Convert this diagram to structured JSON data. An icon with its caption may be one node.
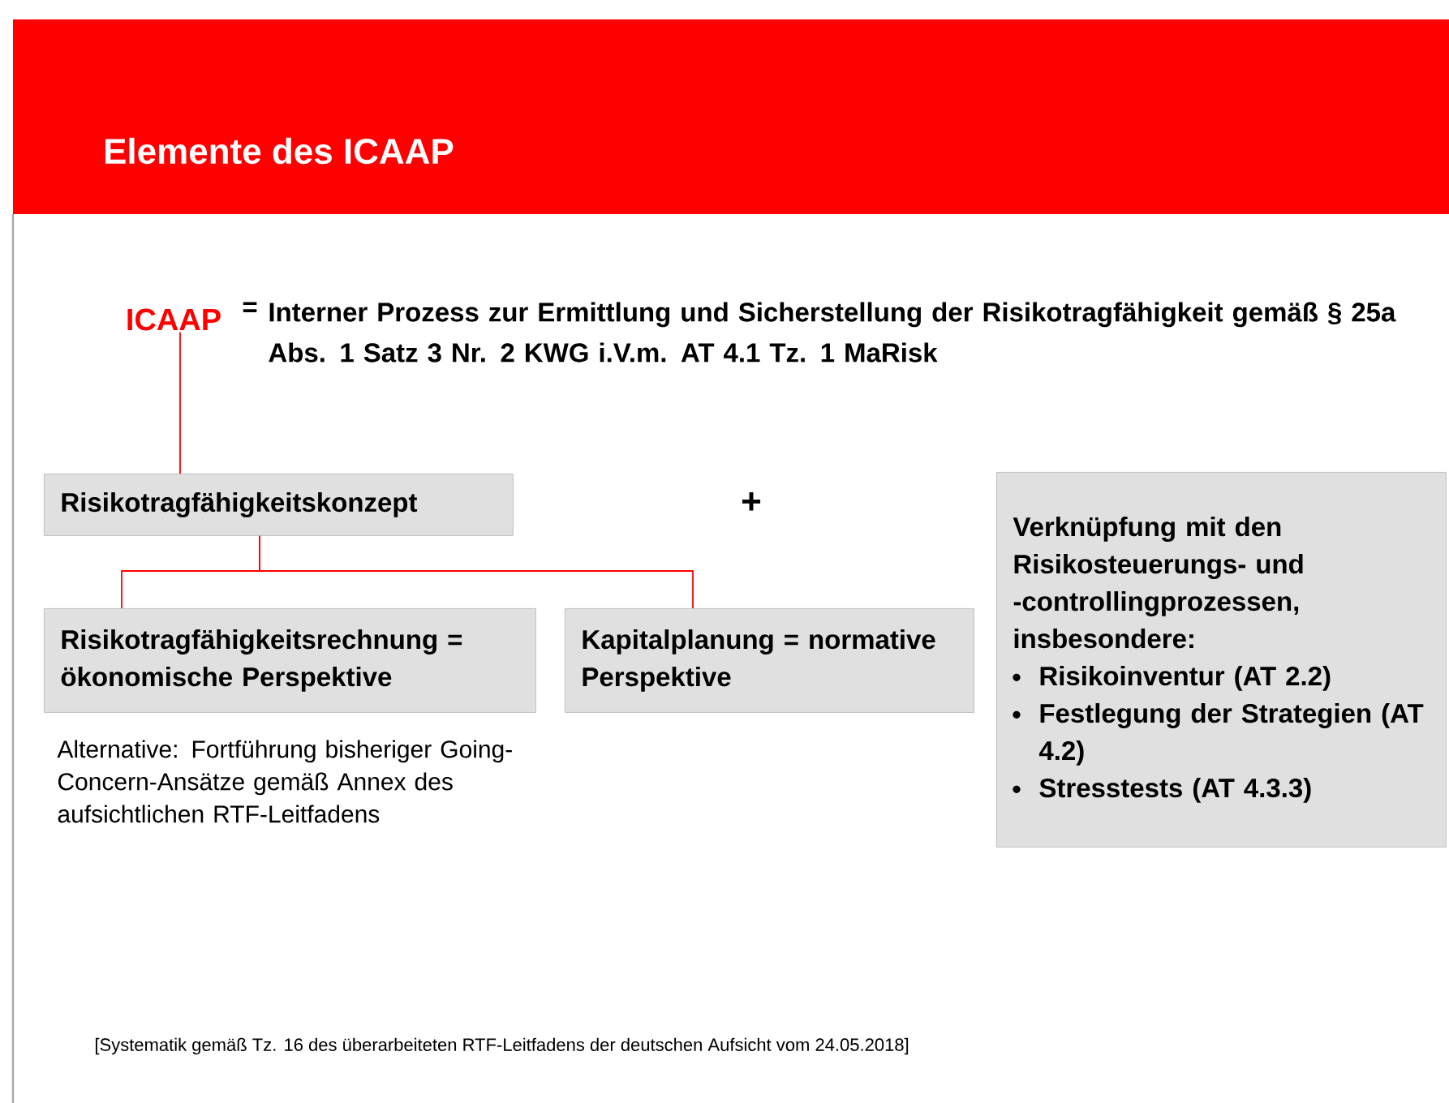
{
  "diagram": {
    "title": "Elemente des ICAAP",
    "nodes": [
      {
        "text": [
          "ICAAP"
        ]
      },
      {
        "text": [
          "Risikotragfähigkeitskonzept"
        ]
      },
      {
        "text": [
          "Risikotragfähigkeitsrechnung = ökonomische Perspektive"
        ],
        "beside": [
          "Alternative: Fortführung bisheriger Going-Concern-Ansätze gemäß Annex des aufsichtlichen RTF-Leitfadens"
        ]
      },
      {
        "text": [
          "Kapitalplanung = normative Perspektive"
        ]
      },
      {
        "text": [
          "Verknüpfung mit den Risikosteuerungs- und -controllingprozessen, insbesondere:",
          "Risikoinventur (AT 2.2)",
          "Festlegung der Strategien (AT 4.2)",
          "Stresstests (AT 4.3.3)"
        ]
      }
    ],
    "edges": [
      {
        "from": 0,
        "to": 1,
        "arrow": "none"
      },
      {
        "from": 1,
        "to": 2,
        "arrow": "none"
      },
      {
        "from": 1,
        "to": 3,
        "arrow": "none"
      }
    ],
    "labels": [
      "=",
      "Interner Prozess zur Ermittlung und Sicherstellung der Risikotragfähigkeit gemäß § 25a Abs. 1 Satz 3 Nr. 2 KWG  i.V.m. AT 4.1 Tz. 1 MaRisk",
      "+",
      "[Systematik gemäß Tz. 16 des überarbeiteten RTF-Leitfadens der deutschen Aufsicht vom 24.05.2018]"
    ]
  }
}
